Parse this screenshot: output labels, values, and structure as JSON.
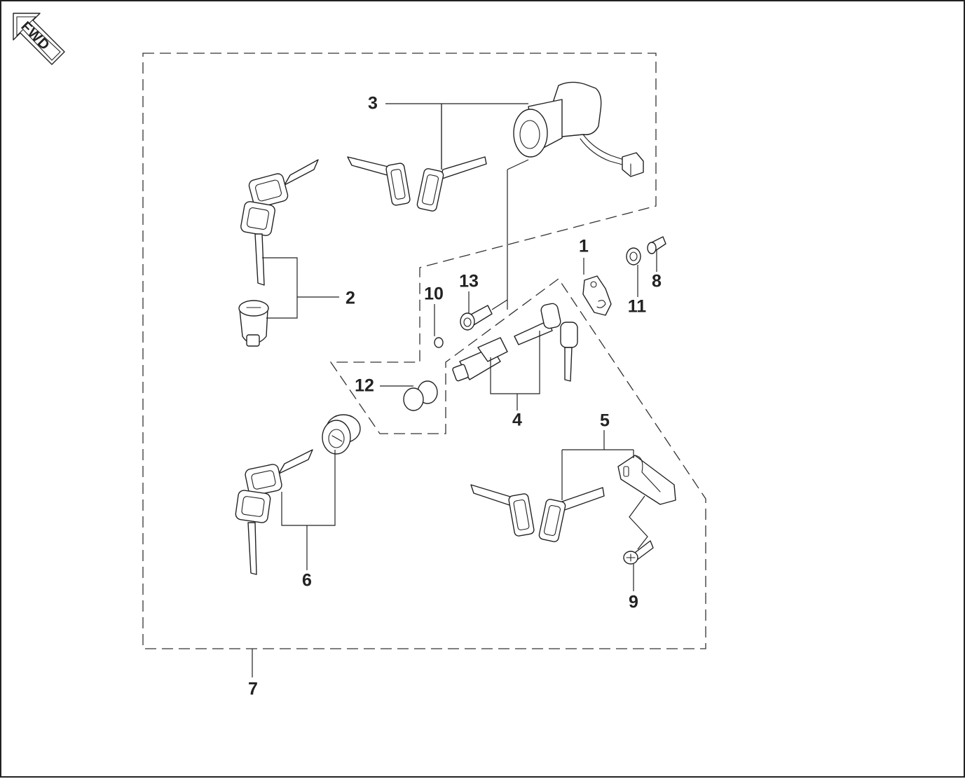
{
  "direction_badge": {
    "label": "FWD"
  },
  "callouts": {
    "c1": "1",
    "c2": "2",
    "c3": "3",
    "c4": "4",
    "c5": "5",
    "c6": "6",
    "c7": "7",
    "c8": "8",
    "c9": "9",
    "c10": "10",
    "c11": "11",
    "c12": "12",
    "c13": "13"
  }
}
